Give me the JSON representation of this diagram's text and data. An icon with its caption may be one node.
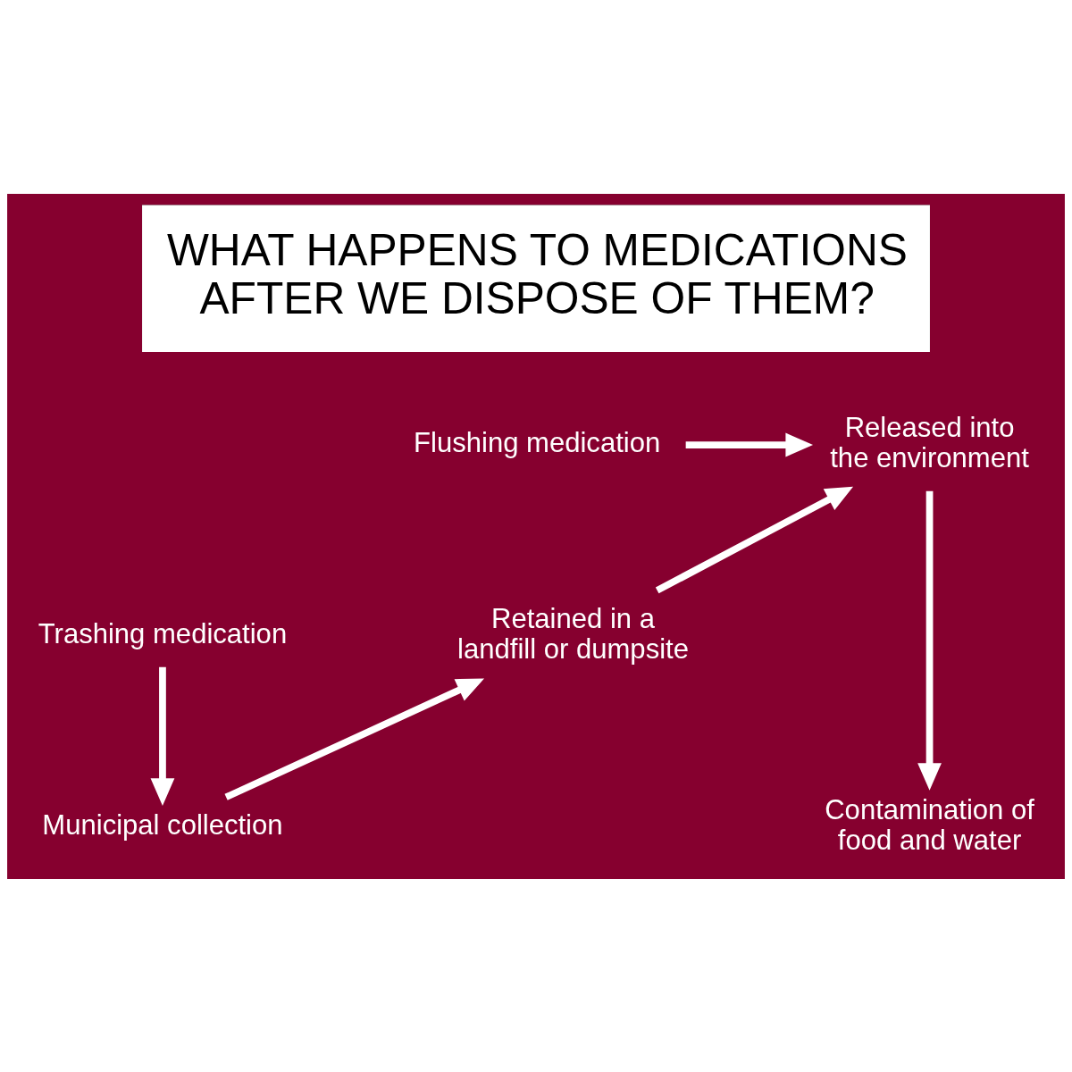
{
  "diagram": {
    "title": "WHAT HAPPENS TO MEDICATIONS AFTER WE DISPOSE OF THEM?",
    "nodes": [
      {
        "text": [
          "Trashing medication"
        ]
      },
      {
        "text": [
          "Municipal collection"
        ]
      },
      {
        "text": [
          "Flushing medication"
        ]
      },
      {
        "text": [
          "Retained in a landfill or dumpsite"
        ]
      },
      {
        "text": [
          "Released into the environment"
        ]
      },
      {
        "text": [
          "Contamination of food and water"
        ]
      }
    ],
    "edges": [
      {
        "from": 0,
        "to": 1,
        "arrow": "to"
      },
      {
        "from": 1,
        "to": 3,
        "arrow": "to"
      },
      {
        "from": 3,
        "to": 4,
        "arrow": "to"
      },
      {
        "from": 2,
        "to": 4,
        "arrow": "to"
      },
      {
        "from": 4,
        "to": 5,
        "arrow": "to"
      }
    ]
  }
}
